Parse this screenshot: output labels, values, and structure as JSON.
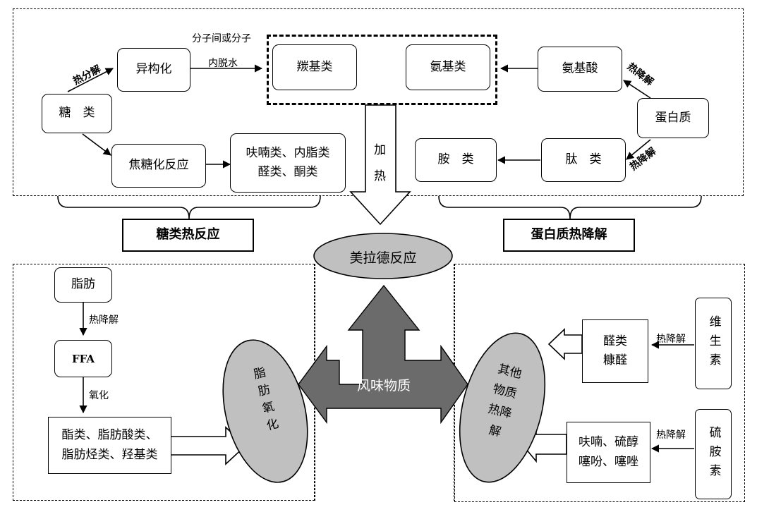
{
  "sugar": {
    "sugars": "糖　类",
    "isomerization": "异构化",
    "caramelization": "焦糖化反应",
    "caramel_products_1": "呋喃类、内脂类",
    "caramel_products_2": "醛类、酮类",
    "label_thermal_decomp": "热分解",
    "label_dehydration_1": "分子间或分子",
    "label_dehydration_2": "内脱水",
    "group_label": "糖类热反应"
  },
  "center": {
    "carbonyls": "羰基类",
    "aminos": "氨基类",
    "heat_1": "加",
    "heat_2": "热",
    "maillard": "美拉德反应",
    "flavor": "风味物质"
  },
  "protein": {
    "amino_acid": "氨基酸",
    "protein": "蛋白质",
    "peptides": "肽　类",
    "amines": "胺　类",
    "label_thermal_deg_top": "热降解",
    "label_thermal_deg_bottom": "热降解",
    "group_label": "蛋白质热降解"
  },
  "lipid": {
    "fat": "脂肪",
    "label_thermal_deg": "热降解",
    "ffa": "FFA",
    "label_oxidation": "氧化",
    "products_1": "酯类、脂肪酸类、",
    "products_2": "脂肪烃类、羟基类",
    "ellipse": "脂肪氧化"
  },
  "others": {
    "vitamin": "维生素",
    "label_vitamin_deg": "热降解",
    "vitamin_products_1": "醛类",
    "vitamin_products_2": "糠醛",
    "thiamine": "硫胺素",
    "label_thiamine_deg": "热降解",
    "thiamine_products_1": "呋喃、硫醇",
    "thiamine_products_2": "噻吩、噻唑",
    "ellipse_1": "其他",
    "ellipse_2": "物质",
    "ellipse_3": "热降",
    "ellipse_4": "解"
  }
}
